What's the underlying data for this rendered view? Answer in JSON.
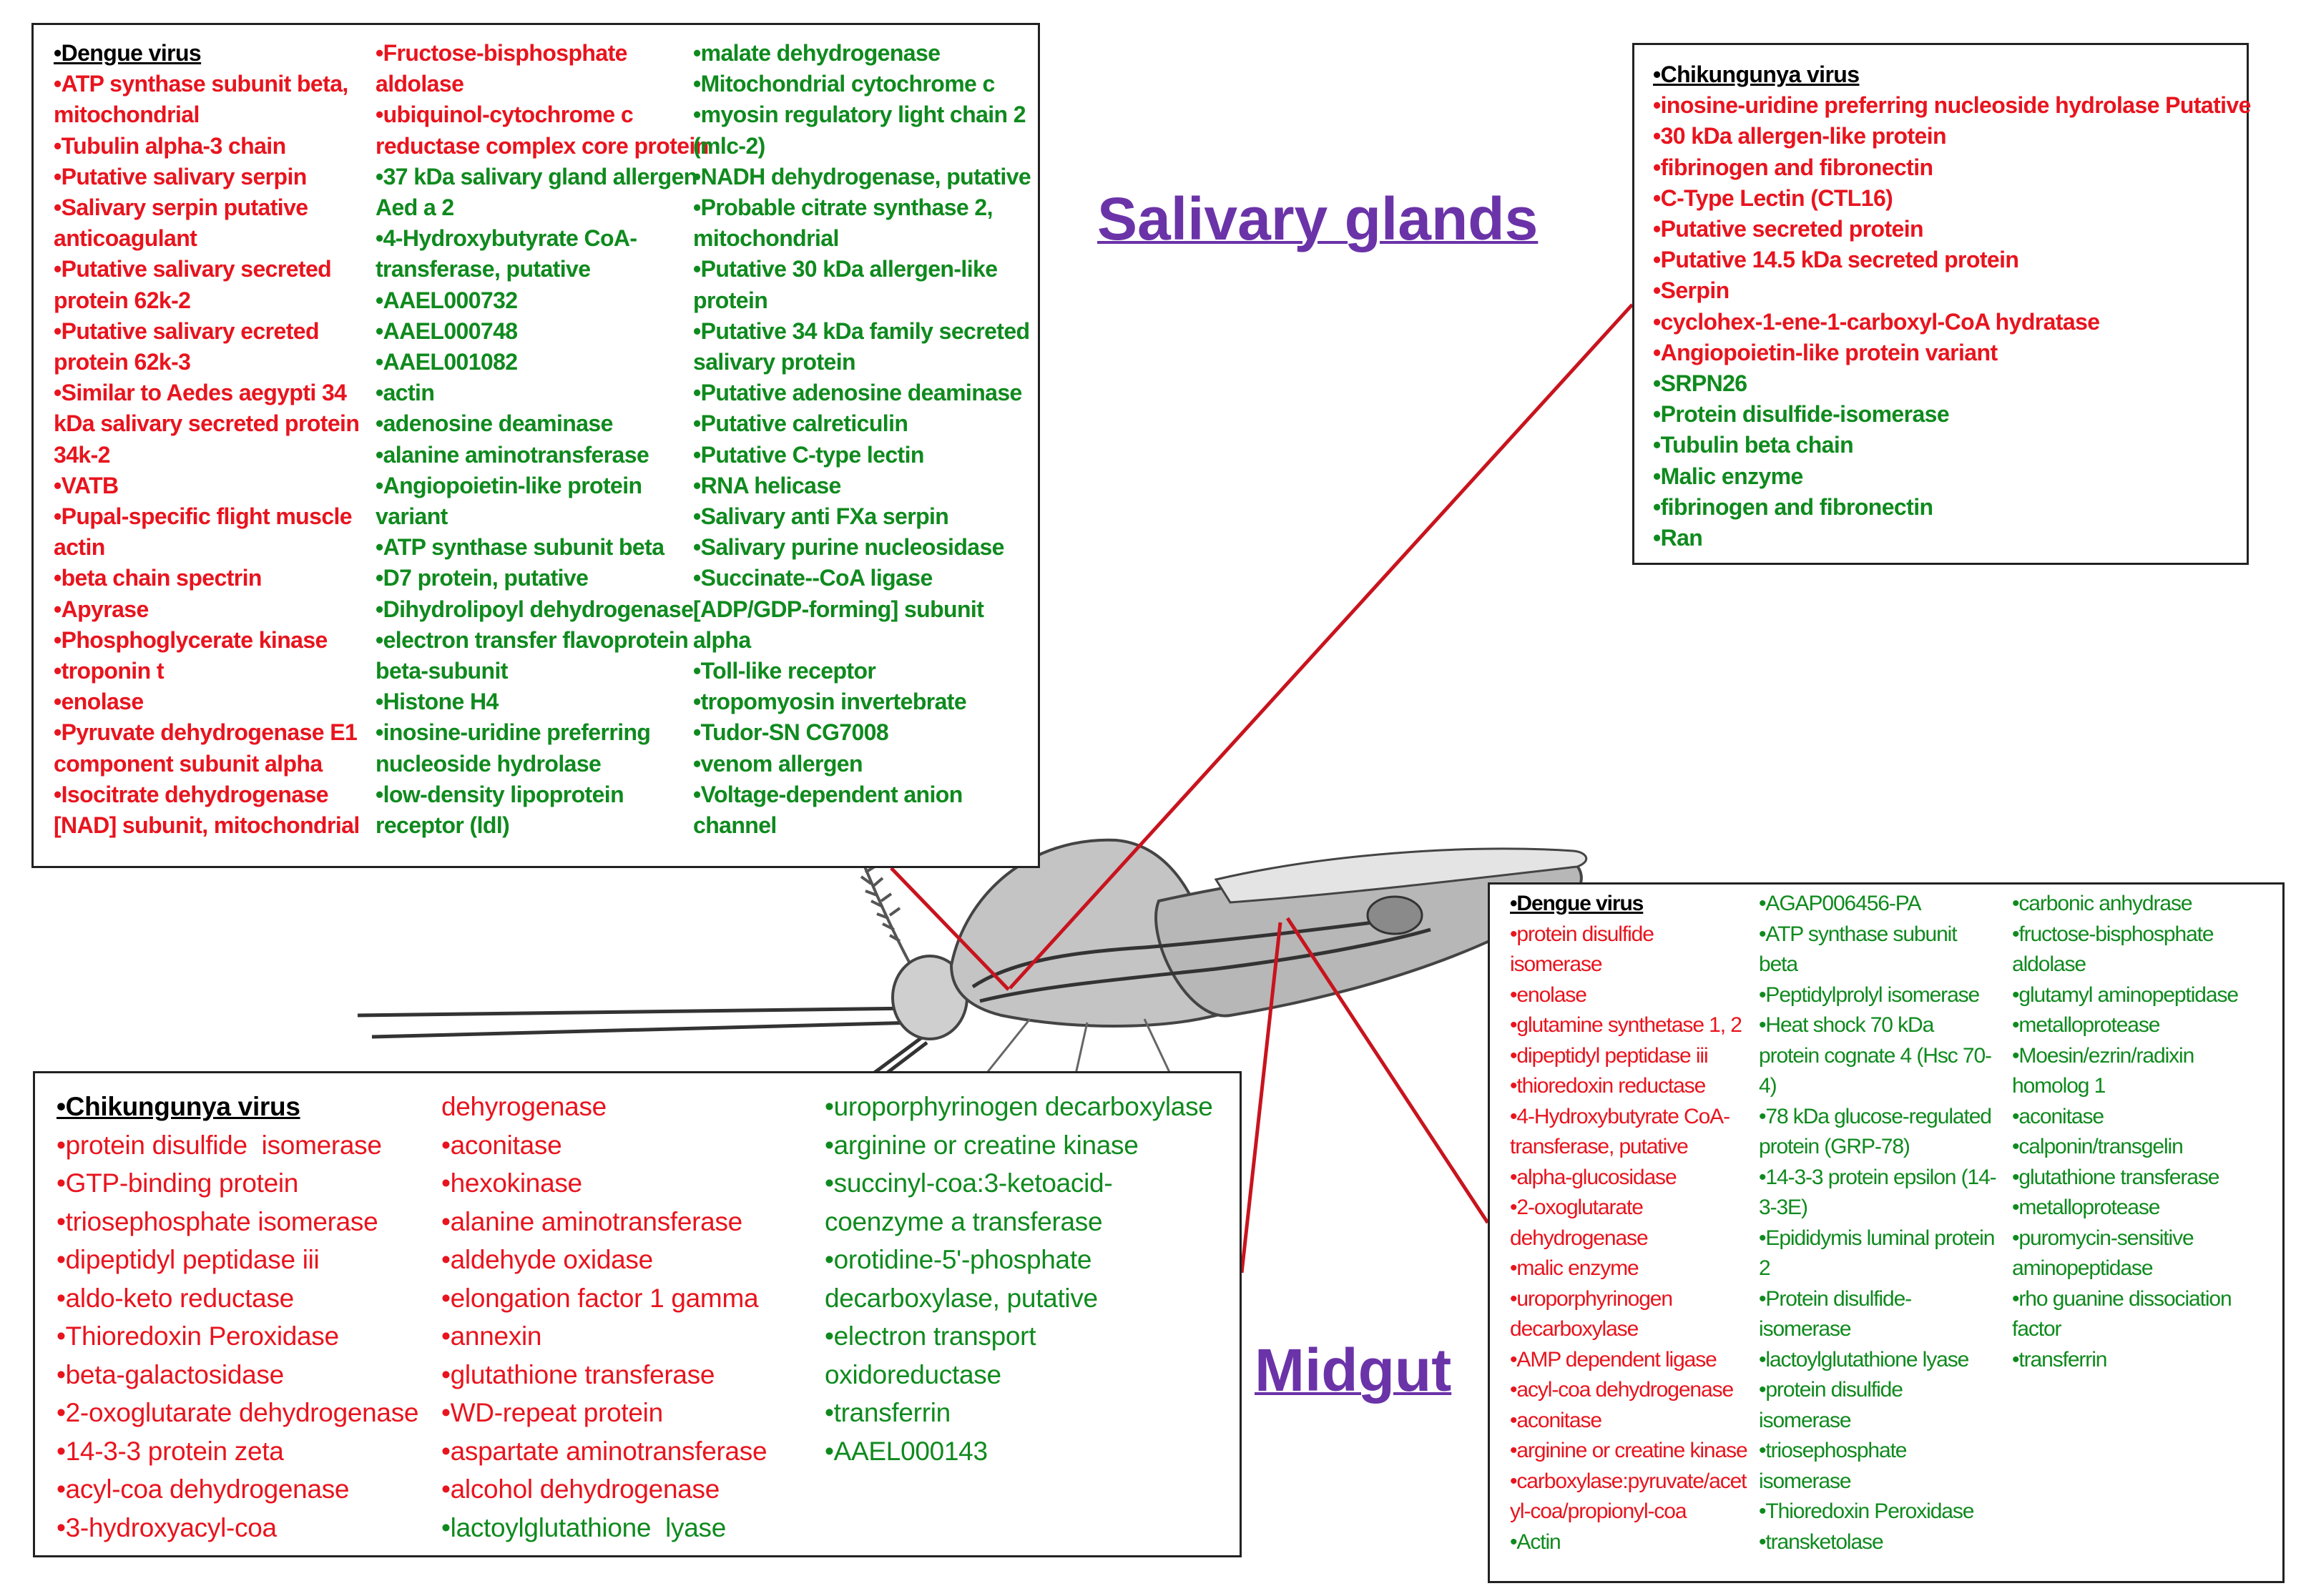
{
  "dengue_salivary": {
    "col1": [
      {
        "t": "•Dengue virus",
        "c": "blk"
      },
      {
        "t": "•ATP synthase subunit beta,",
        "c": "red"
      },
      {
        "t": "mitochondrial",
        "c": "red"
      },
      {
        "t": "•Tubulin alpha-3 chain",
        "c": "red"
      },
      {
        "t": "•Putative salivary serpin",
        "c": "red"
      },
      {
        "t": "•Salivary serpin putative",
        "c": "red"
      },
      {
        "t": "anticoagulant",
        "c": "red"
      },
      {
        "t": "•Putative salivary secreted",
        "c": "red"
      },
      {
        "t": "protein 62k-2",
        "c": "red"
      },
      {
        "t": "•Putative salivary ecreted",
        "c": "red"
      },
      {
        "t": "protein 62k-3",
        "c": "red"
      },
      {
        "t": "•Similar to Aedes aegypti 34",
        "c": "red"
      },
      {
        "t": "kDa salivary secreted protein",
        "c": "red"
      },
      {
        "t": "34k-2",
        "c": "red"
      },
      {
        "t": "•VATB",
        "c": "red"
      },
      {
        "t": "•Pupal-specific flight muscle",
        "c": "red"
      },
      {
        "t": "actin",
        "c": "red"
      },
      {
        "t": "•beta chain spectrin",
        "c": "red"
      },
      {
        "t": "•Apyrase",
        "c": "red"
      },
      {
        "t": "•Phosphoglycerate kinase",
        "c": "red"
      },
      {
        "t": "•troponin t",
        "c": "red"
      },
      {
        "t": "•enolase",
        "c": "red"
      },
      {
        "t": "•Pyruvate dehydrogenase E1",
        "c": "red"
      },
      {
        "t": "component subunit alpha",
        "c": "red"
      },
      {
        "t": "•Isocitrate dehydrogenase",
        "c": "red"
      },
      {
        "t": "[NAD] subunit, mitochondrial",
        "c": "red"
      }
    ],
    "col2": [
      {
        "t": "•Fructose-bisphosphate",
        "c": "red"
      },
      {
        "t": "aldolase",
        "c": "red"
      },
      {
        "t": "•ubiquinol-cytochrome c",
        "c": "red"
      },
      {
        "t": "reductase complex core protein",
        "c": "red"
      },
      {
        "t": "•37 kDa salivary gland allergen",
        "c": "green"
      },
      {
        "t": "Aed a 2",
        "c": "green"
      },
      {
        "t": "•4-Hydroxybutyrate CoA-",
        "c": "green"
      },
      {
        "t": "transferase, putative",
        "c": "green"
      },
      {
        "t": "•AAEL000732",
        "c": "green"
      },
      {
        "t": "•AAEL000748",
        "c": "green"
      },
      {
        "t": "•AAEL001082",
        "c": "green"
      },
      {
        "t": "•actin",
        "c": "green"
      },
      {
        "t": "•adenosine deaminase",
        "c": "green"
      },
      {
        "t": "•alanine aminotransferase",
        "c": "green"
      },
      {
        "t": "•Angiopoietin-like protein",
        "c": "green"
      },
      {
        "t": "variant",
        "c": "green"
      },
      {
        "t": "•ATP synthase subunit beta",
        "c": "green"
      },
      {
        "t": "•D7 protein, putative",
        "c": "green"
      },
      {
        "t": "•Dihydrolipoyl dehydrogenase",
        "c": "green"
      },
      {
        "t": "•electron transfer flavoprotein",
        "c": "green"
      },
      {
        "t": "beta-subunit",
        "c": "green"
      },
      {
        "t": "•Histone H4",
        "c": "green"
      },
      {
        "t": "•inosine-uridine preferring",
        "c": "green"
      },
      {
        "t": "nucleoside hydrolase",
        "c": "green"
      },
      {
        "t": "•low-density lipoprotein",
        "c": "green"
      },
      {
        "t": "receptor (ldl)",
        "c": "green"
      }
    ],
    "col3": [
      {
        "t": "•malate dehydrogenase",
        "c": "green"
      },
      {
        "t": "•Mitochondrial cytochrome c",
        "c": "green"
      },
      {
        "t": "•myosin regulatory light chain 2",
        "c": "green"
      },
      {
        "t": "(mlc-2)",
        "c": "green"
      },
      {
        "t": "•NADH dehydrogenase, putative",
        "c": "green"
      },
      {
        "t": "•Probable citrate synthase 2,",
        "c": "green"
      },
      {
        "t": "mitochondrial",
        "c": "green"
      },
      {
        "t": "•Putative 30 kDa allergen-like",
        "c": "green"
      },
      {
        "t": "protein",
        "c": "green"
      },
      {
        "t": "•Putative 34 kDa family secreted",
        "c": "green"
      },
      {
        "t": "salivary protein",
        "c": "green"
      },
      {
        "t": "•Putative adenosine deaminase",
        "c": "green"
      },
      {
        "t": "•Putative calreticulin",
        "c": "green"
      },
      {
        "t": "•Putative C-type lectin",
        "c": "green"
      },
      {
        "t": "•RNA helicase",
        "c": "green"
      },
      {
        "t": "•Salivary anti FXa serpin",
        "c": "green"
      },
      {
        "t": "•Salivary purine nucleosidase",
        "c": "green"
      },
      {
        "t": "•Succinate--CoA ligase",
        "c": "green"
      },
      {
        "t": "[ADP/GDP-forming] subunit",
        "c": "green"
      },
      {
        "t": "alpha",
        "c": "green"
      },
      {
        "t": "•Toll-like receptor",
        "c": "green"
      },
      {
        "t": "•tropomyosin invertebrate",
        "c": "green"
      },
      {
        "t": "•Tudor-SN CG7008",
        "c": "green"
      },
      {
        "t": "•venom allergen",
        "c": "green"
      },
      {
        "t": "•Voltage-dependent anion",
        "c": "green"
      },
      {
        "t": "channel",
        "c": "green"
      }
    ]
  },
  "chik_salivary": {
    "col1": [
      {
        "t": "•Chikungunya virus",
        "c": "blk"
      },
      {
        "t": "•inosine-uridine preferring nucleoside hydrolase Putative",
        "c": "red"
      },
      {
        "t": "•30 kDa allergen-like protein",
        "c": "red"
      },
      {
        "t": "•fibrinogen and fibronectin",
        "c": "red"
      },
      {
        "t": "•C-Type Lectin (CTL16)",
        "c": "red"
      },
      {
        "t": "•Putative secreted protein",
        "c": "red"
      },
      {
        "t": "•Putative 14.5 kDa secreted protein",
        "c": "red"
      },
      {
        "t": "•Serpin",
        "c": "red"
      },
      {
        "t": "•cyclohex-1-ene-1-carboxyl-CoA hydratase",
        "c": "red"
      },
      {
        "t": "•Angiopoietin-like protein variant",
        "c": "red"
      },
      {
        "t": "•SRPN26",
        "c": "green"
      },
      {
        "t": "•Protein disulfide-isomerase",
        "c": "green"
      },
      {
        "t": "•Tubulin beta chain",
        "c": "green"
      },
      {
        "t": "•Malic enzyme",
        "c": "green"
      },
      {
        "t": "•fibrinogen and fibronectin",
        "c": "green"
      },
      {
        "t": "•Ran",
        "c": "green"
      }
    ]
  },
  "chik_midgut": {
    "col1": [
      {
        "t": "•Chikungunya virus",
        "c": "blk"
      },
      {
        "t": "•protein disulfide  isomerase",
        "c": "red"
      },
      {
        "t": "•GTP-binding protein",
        "c": "red"
      },
      {
        "t": "•triosephosphate isomerase",
        "c": "red"
      },
      {
        "t": "•dipeptidyl peptidase iii",
        "c": "red"
      },
      {
        "t": "•aldo-keto reductase",
        "c": "red"
      },
      {
        "t": "•Thioredoxin Peroxidase",
        "c": "red"
      },
      {
        "t": "•beta-galactosidase",
        "c": "red"
      },
      {
        "t": "•2-oxoglutarate dehydrogenase",
        "c": "red"
      },
      {
        "t": "•14-3-3 protein zeta",
        "c": "red"
      },
      {
        "t": "•acyl-coa dehydrogenase",
        "c": "red"
      },
      {
        "t": "•3-hydroxyacyl-coa",
        "c": "red"
      }
    ],
    "col2": [
      {
        "t": "dehyrogenase",
        "c": "red"
      },
      {
        "t": "•aconitase",
        "c": "red"
      },
      {
        "t": "•hexokinase",
        "c": "red"
      },
      {
        "t": "•alanine aminotransferase",
        "c": "red"
      },
      {
        "t": "•aldehyde oxidase",
        "c": "red"
      },
      {
        "t": "•elongation factor 1 gamma",
        "c": "red"
      },
      {
        "t": "•annexin",
        "c": "red"
      },
      {
        "t": "•glutathione transferase",
        "c": "red"
      },
      {
        "t": "•WD-repeat protein",
        "c": "red"
      },
      {
        "t": "•aspartate aminotransferase",
        "c": "red"
      },
      {
        "t": "•alcohol dehydrogenase",
        "c": "red"
      },
      {
        "t": "•lactoylglutathione  lyase",
        "c": "green"
      }
    ],
    "col3": [
      {
        "t": "•uroporphyrinogen decarboxylase",
        "c": "green"
      },
      {
        "t": "•arginine or creatine kinase",
        "c": "green"
      },
      {
        "t": "•succinyl-coa:3-ketoacid-",
        "c": "green"
      },
      {
        "t": "coenzyme a transferase",
        "c": "green"
      },
      {
        "t": "•orotidine-5'-phosphate",
        "c": "green"
      },
      {
        "t": "decarboxylase, putative",
        "c": "green"
      },
      {
        "t": "•electron transport",
        "c": "green"
      },
      {
        "t": "oxidoreductase",
        "c": "green"
      },
      {
        "t": "•transferrin",
        "c": "green"
      },
      {
        "t": "•AAEL000143",
        "c": "green"
      }
    ]
  },
  "dengue_midgut": {
    "col1": [
      {
        "t": "•Dengue virus",
        "c": "blk"
      },
      {
        "t": "•protein disulfide",
        "c": "red"
      },
      {
        "t": "isomerase",
        "c": "red"
      },
      {
        "t": "•enolase",
        "c": "red"
      },
      {
        "t": "•glutamine synthetase 1, 2",
        "c": "red"
      },
      {
        "t": "•dipeptidyl peptidase iii",
        "c": "red"
      },
      {
        "t": "•thioredoxin reductase",
        "c": "red"
      },
      {
        "t": "•4-Hydroxybutyrate CoA-",
        "c": "red"
      },
      {
        "t": "transferase, putative",
        "c": "red"
      },
      {
        "t": "•alpha-glucosidase",
        "c": "red"
      },
      {
        "t": "•2-oxoglutarate",
        "c": "red"
      },
      {
        "t": "dehydrogenase",
        "c": "red"
      },
      {
        "t": "•malic enzyme",
        "c": "red"
      },
      {
        "t": "•uroporphyrinogen",
        "c": "red"
      },
      {
        "t": "decarboxylase",
        "c": "red"
      },
      {
        "t": "•AMP dependent ligase",
        "c": "red"
      },
      {
        "t": "•acyl-coa dehydrogenase",
        "c": "red"
      },
      {
        "t": "•aconitase",
        "c": "red"
      },
      {
        "t": "•arginine or creatine kinase",
        "c": "red"
      },
      {
        "t": "•carboxylase:pyruvate/acet",
        "c": "red"
      },
      {
        "t": "yl-coa/propionyl-coa",
        "c": "red"
      },
      {
        "t": "•Actin",
        "c": "green"
      }
    ],
    "col2": [
      {
        "t": "•AGAP006456-PA",
        "c": "green"
      },
      {
        "t": "•ATP synthase subunit",
        "c": "green"
      },
      {
        "t": "beta",
        "c": "green"
      },
      {
        "t": "•Peptidylprolyl isomerase",
        "c": "green"
      },
      {
        "t": "•Heat shock 70 kDa",
        "c": "green"
      },
      {
        "t": "protein cognate 4 (Hsc 70-",
        "c": "green"
      },
      {
        "t": "4)",
        "c": "green"
      },
      {
        "t": "•78 kDa glucose-regulated",
        "c": "green"
      },
      {
        "t": "protein (GRP-78)",
        "c": "green"
      },
      {
        "t": "•14-3-3 protein epsilon (14-",
        "c": "green"
      },
      {
        "t": "3-3E)",
        "c": "green"
      },
      {
        "t": "•Epididymis luminal protein",
        "c": "green"
      },
      {
        "t": "2",
        "c": "green"
      },
      {
        "t": "•Protein disulfide-",
        "c": "green"
      },
      {
        "t": "isomerase",
        "c": "green"
      },
      {
        "t": "•lactoylglutathione lyase",
        "c": "green"
      },
      {
        "t": "•protein disulfide",
        "c": "green"
      },
      {
        "t": "isomerase",
        "c": "green"
      },
      {
        "t": "•triosephosphate",
        "c": "green"
      },
      {
        "t": "isomerase",
        "c": "green"
      },
      {
        "t": "•Thioredoxin Peroxidase",
        "c": "green"
      },
      {
        "t": "•transketolase",
        "c": "green"
      }
    ],
    "col3": [
      {
        "t": "•carbonic anhydrase",
        "c": "green"
      },
      {
        "t": "•fructose-bisphosphate",
        "c": "green"
      },
      {
        "t": "aldolase",
        "c": "green"
      },
      {
        "t": "•glutamyl aminopeptidase",
        "c": "green"
      },
      {
        "t": "•metalloprotease",
        "c": "green"
      },
      {
        "t": "•Moesin/ezrin/radixin",
        "c": "green"
      },
      {
        "t": "homolog 1",
        "c": "green"
      },
      {
        "t": "•aconitase",
        "c": "green"
      },
      {
        "t": "•calponin/transgelin",
        "c": "green"
      },
      {
        "t": "•glutathione transferase",
        "c": "green"
      },
      {
        "t": "•metalloprotease",
        "c": "green"
      },
      {
        "t": "•puromycin-sensitive",
        "c": "green"
      },
      {
        "t": "aminopeptidase",
        "c": "green"
      },
      {
        "t": "•rho guanine dissociation",
        "c": "green"
      },
      {
        "t": "factor",
        "c": "green"
      },
      {
        "t": "•transferrin",
        "c": "green"
      }
    ]
  },
  "labels": {
    "salivary_glands": "Salivary glands",
    "midgut": "Midgut"
  },
  "colors": {
    "leader_line": "#c8141e",
    "region_label": "#6b33a8"
  }
}
